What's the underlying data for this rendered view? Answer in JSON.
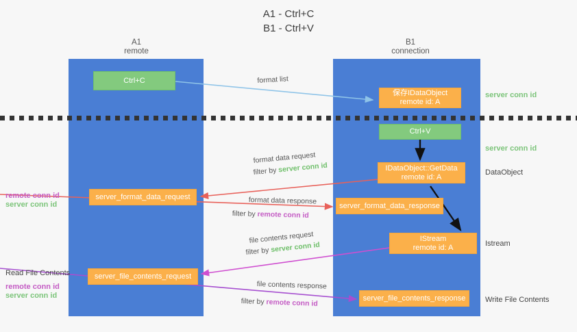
{
  "title": {
    "line1": "A1 - Ctrl+C",
    "line2": "B1 - Ctrl+V"
  },
  "lanes": [
    {
      "name": "A1",
      "sub": "remote",
      "color": "#4a7ed4"
    },
    {
      "name": "B1",
      "sub": "connection",
      "color": "#4a7ed4"
    }
  ],
  "nodes": {
    "ctrl_c": {
      "line1": "Ctrl+C",
      "line2": "",
      "color": "#83ca7e"
    },
    "save_idataobject": {
      "line1": "保存IDataObject",
      "line2": "remote id: A",
      "color": "#fbb04a"
    },
    "ctrl_v": {
      "line1": "Ctrl+V",
      "line2": "",
      "color": "#83ca7e"
    },
    "getdata": {
      "line1": "IDataObject::GetData",
      "line2": "remote id: A",
      "color": "#fbb04a"
    },
    "istream": {
      "line1": "IStream",
      "line2": "remote id: A",
      "color": "#fbb04a"
    },
    "fmt_req": {
      "line1": "server_format_data_request",
      "line2": "",
      "color": "#fbb04a"
    },
    "fmt_resp": {
      "line1": "server_format_data_response",
      "line2": "",
      "color": "#fbb04a"
    },
    "file_req": {
      "line1": "server_file_contents_request",
      "line2": "",
      "color": "#fbb04a"
    },
    "file_resp": {
      "line1": "server_file_contents_response",
      "line2": "",
      "color": "#fbb04a"
    }
  },
  "side_labels": {
    "server_conn_top": "server conn id",
    "server_conn_paste": "server conn id",
    "dataobject": "DataObject",
    "istream": "Istream",
    "write_file": "Write File Contents",
    "read_file": "Read File Contents",
    "remote_conn_mid": "remote conn id",
    "server_conn_mid": "server conn id",
    "remote_conn_bot": "remote conn id",
    "server_conn_bot": "server conn id"
  },
  "edge_labels": {
    "format_list": "format list",
    "fmt_req_l1": "format data request",
    "filter_by": "filter by ",
    "fmt_req_em": "server conn id",
    "fmt_resp_l1": "format data response",
    "fmt_resp_em": "remote conn id",
    "file_req_l1": "file contents request",
    "file_req_em": "server conn id",
    "file_resp_l1": "file contents response",
    "file_resp_em": "remote conn id"
  },
  "colors": {
    "lane_blue": "#4a7ed4",
    "green": "#83ca7e",
    "orange": "#fbb04a",
    "arrow_light_blue": "#8fc4e8",
    "arrow_red": "#e8615a",
    "arrow_magenta": "#cf4fd0",
    "arrow_purple": "#a64fd0",
    "arrow_black": "#111111",
    "dashed_line": "#333333"
  }
}
